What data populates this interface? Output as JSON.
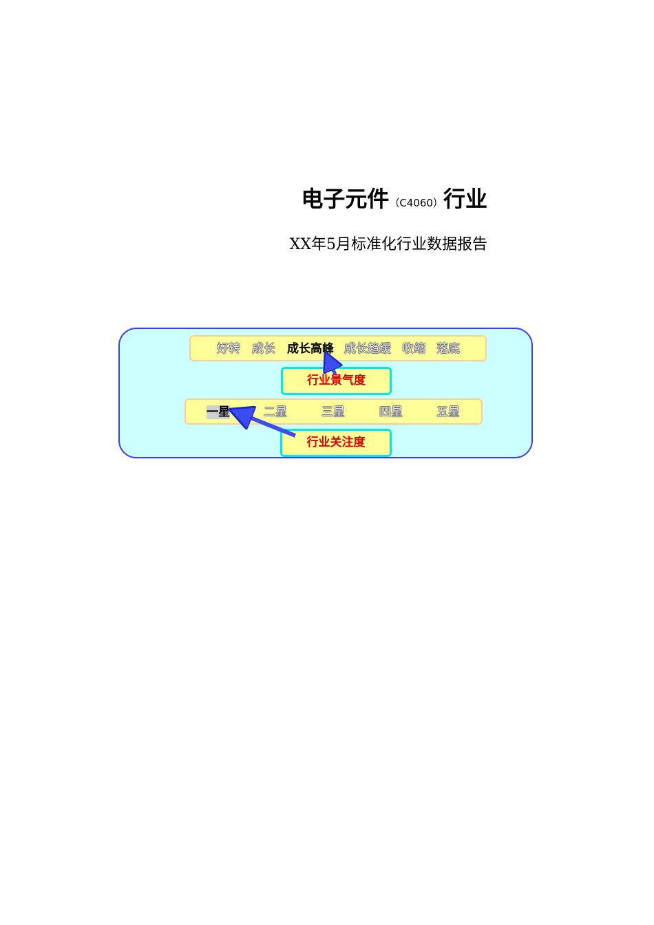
{
  "title": {
    "main": "电子元件",
    "code": "（C4060）",
    "suffix": "行业"
  },
  "subtitle": "XX年5月标准化行业数据报告",
  "diagram": {
    "growth_stages": [
      "好转",
      "成长",
      "成长高峰",
      "成长趋缓",
      "收缩",
      "落底"
    ],
    "active_stage": "成长高峰",
    "climate_label": "行业景气度",
    "stars": [
      "一星",
      "二星",
      "三星",
      "四星",
      "五星"
    ],
    "active_star": "一星",
    "attention_label": "行业关注度",
    "colors": {
      "panel_bg": "#ccffff",
      "panel_border": "#3c3cf0",
      "bar_bg": "#ffff99",
      "bar_border": "#ffcc99",
      "label_border": "#00e5ee",
      "label_text": "#e00000",
      "arrow": "#3c4cf0"
    }
  }
}
